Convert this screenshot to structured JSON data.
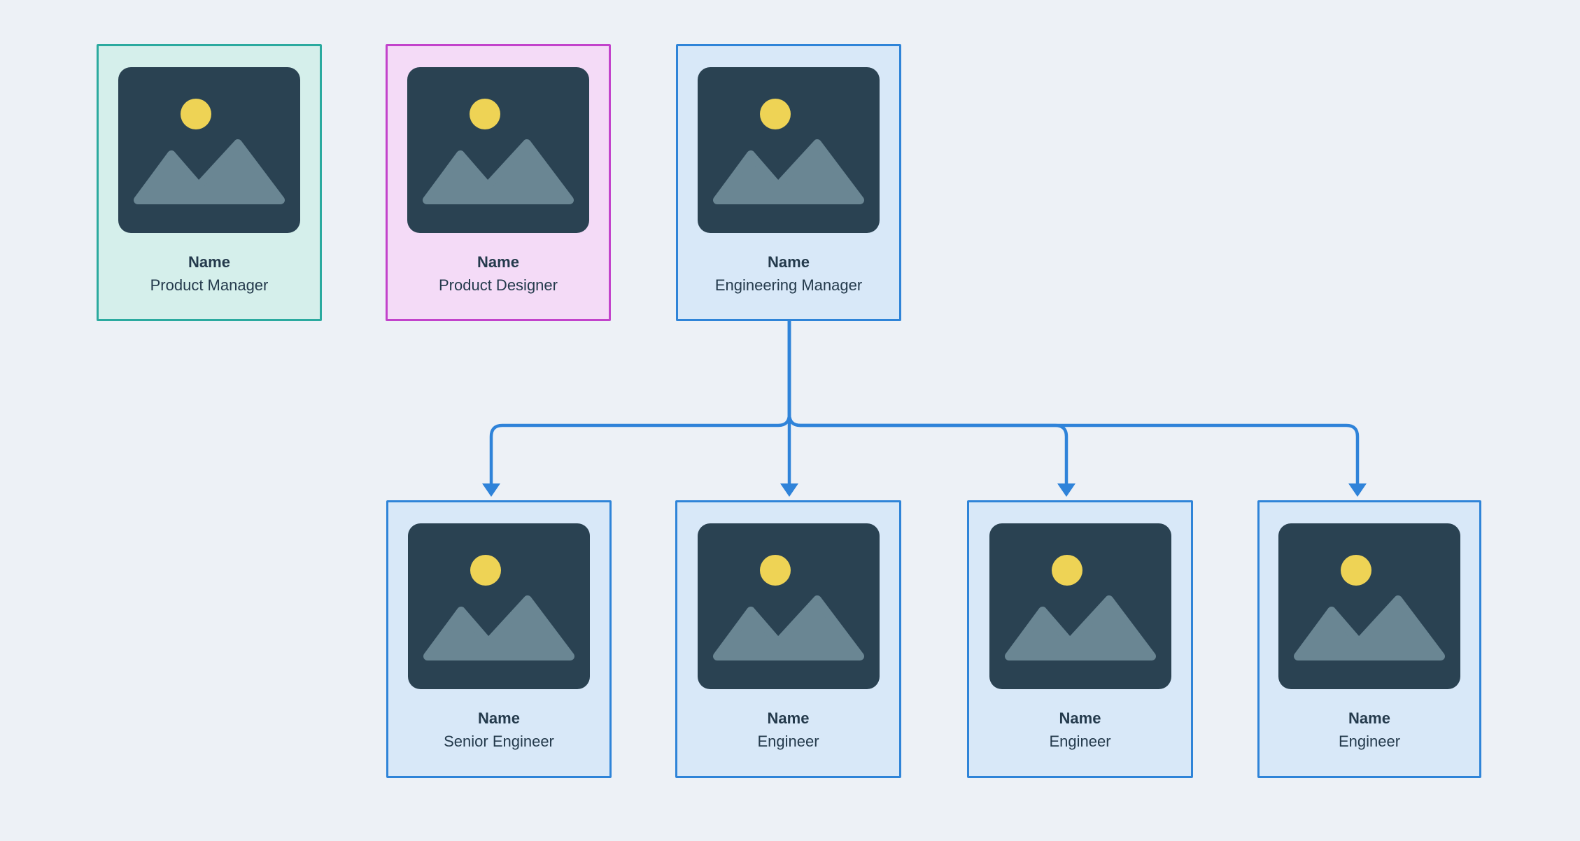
{
  "colors": {
    "background": "#edf1f6",
    "connector": "#2f83d9",
    "card_text": "#243a4c",
    "image_bg": "#2a4252",
    "mountain": "#6a8693",
    "sun": "#eed355",
    "teal_border": "#2baa9f",
    "teal_fill": "#d5efeb",
    "magenta_border": "#c243cb",
    "magenta_fill": "#f4dbf7",
    "blue_border": "#2f84d8",
    "blue_fill": "#d8e8f8"
  },
  "cards": [
    {
      "id": "product-manager",
      "name": "Name",
      "role": "Product Manager",
      "variant": "teal"
    },
    {
      "id": "product-designer",
      "name": "Name",
      "role": "Product Designer",
      "variant": "magenta"
    },
    {
      "id": "engineering-manager",
      "name": "Name",
      "role": "Engineering Manager",
      "variant": "blue"
    },
    {
      "id": "senior-engineer",
      "name": "Name",
      "role": "Senior Engineer",
      "variant": "blue"
    },
    {
      "id": "engineer-1",
      "name": "Name",
      "role": "Engineer",
      "variant": "blue"
    },
    {
      "id": "engineer-2",
      "name": "Name",
      "role": "Engineer",
      "variant": "blue"
    },
    {
      "id": "engineer-3",
      "name": "Name",
      "role": "Engineer",
      "variant": "blue"
    }
  ],
  "connections": [
    {
      "from": "engineering-manager",
      "to": "senior-engineer"
    },
    {
      "from": "engineering-manager",
      "to": "engineer-1"
    },
    {
      "from": "engineering-manager",
      "to": "engineer-2"
    },
    {
      "from": "engineering-manager",
      "to": "engineer-3"
    }
  ],
  "icons": {
    "card_image": "image-placeholder-icon"
  }
}
